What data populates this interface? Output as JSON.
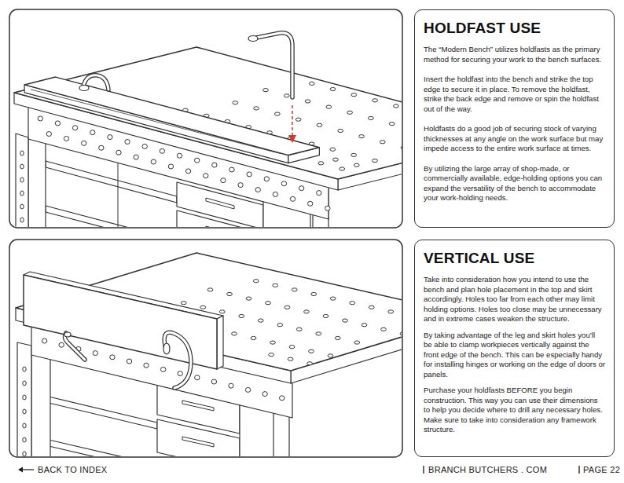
{
  "diagram": {
    "nodes": [
      {
        "text": [
          "HOLDFAST USE",
          "The “Modern Bench” utilizes holdfasts as the primary method for securing your work to the bench surfaces.",
          "Insert the holdfast into the bench and strike the top edge to secure it in place. To remove the holdfast, strike the back edge and remove or spin the holdfast out of the way.",
          "Holdfasts do a good job of securing stock of varying thicknesses at any angle on the work surface but may impede access to the entire work surface at times.",
          "By utilizing the large array of shop-made, or commercially available, edge-holding options you can expand the versatility of the bench to accommodate your work-holding needs."
        ]
      },
      {
        "text": [
          "VERTICAL USE",
          "Take into consideration how you intend to use the bench and plan hole placement in the top and skirt accordingly. Holes too far from each other may limit holding options. Holes too close may be unnecessary and in extreme cases weaken the structure.",
          "By taking advantage of the leg and skirt holes you’ll be able to clamp workpieces vertically against the front edge of the bench. This can be especially handy for installing hinges or working on the edge of doors or panels.",
          "Purchase your holdfasts BEFORE you begin construction. This way you can use their dimensions to help you decide where to drill any necessary holes. Make sure to take into consideration any framework structure."
        ]
      }
    ],
    "labels": [
      "BACK TO INDEX",
      "BRANCH BUTCHERS . COM",
      "PAGE 22"
    ]
  }
}
